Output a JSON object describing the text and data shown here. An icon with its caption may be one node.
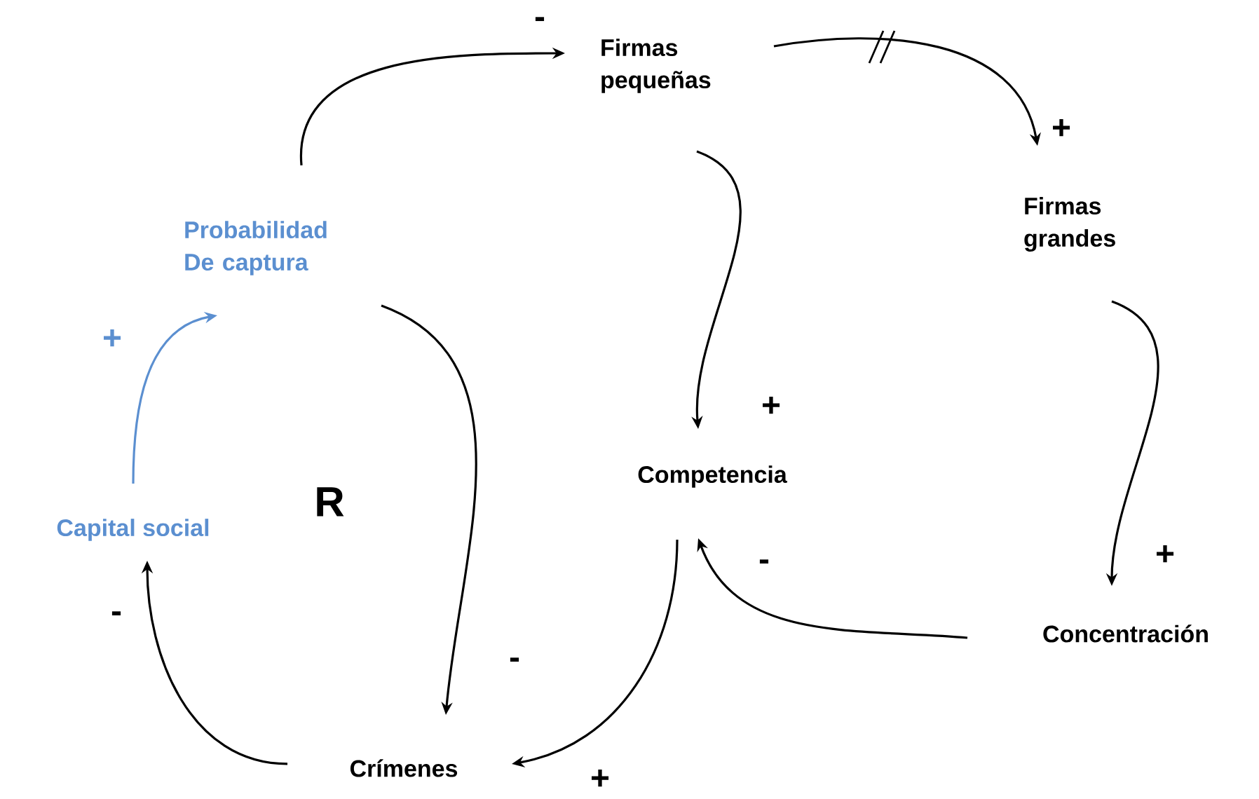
{
  "diagram": {
    "nodes": [
      {
        "text": [
          "Firmas pequeñas"
        ]
      },
      {
        "text": [
          "Probabilidad De captura"
        ]
      },
      {
        "text": [
          "Firmas grandes"
        ]
      },
      {
        "text": [
          "Competencia"
        ]
      },
      {
        "text": [
          "Capital social"
        ]
      },
      {
        "text": [
          "Concentración"
        ]
      },
      {
        "text": [
          "Crímenes"
        ]
      }
    ],
    "edges": [
      {
        "from": 1,
        "to": 0,
        "arrow": "to",
        "label": "-"
      },
      {
        "from": 0,
        "to": 2,
        "arrow": "to",
        "label": "+"
      },
      {
        "from": 0,
        "to": 3,
        "arrow": "to",
        "label": "+"
      },
      {
        "from": 2,
        "to": 5,
        "arrow": "to",
        "label": "+"
      },
      {
        "from": 5,
        "to": 3,
        "arrow": "to",
        "label": "-"
      },
      {
        "from": 3,
        "to": 6,
        "arrow": "to",
        "label": "+"
      },
      {
        "from": 1,
        "to": 6,
        "arrow": "to",
        "label": "-"
      },
      {
        "from": 6,
        "to": 4,
        "arrow": "to",
        "label": "-"
      },
      {
        "from": 4,
        "to": 1,
        "arrow": "to",
        "label": "+",
        "color": "#5b8fd0"
      }
    ],
    "labels": [
      "R"
    ]
  }
}
